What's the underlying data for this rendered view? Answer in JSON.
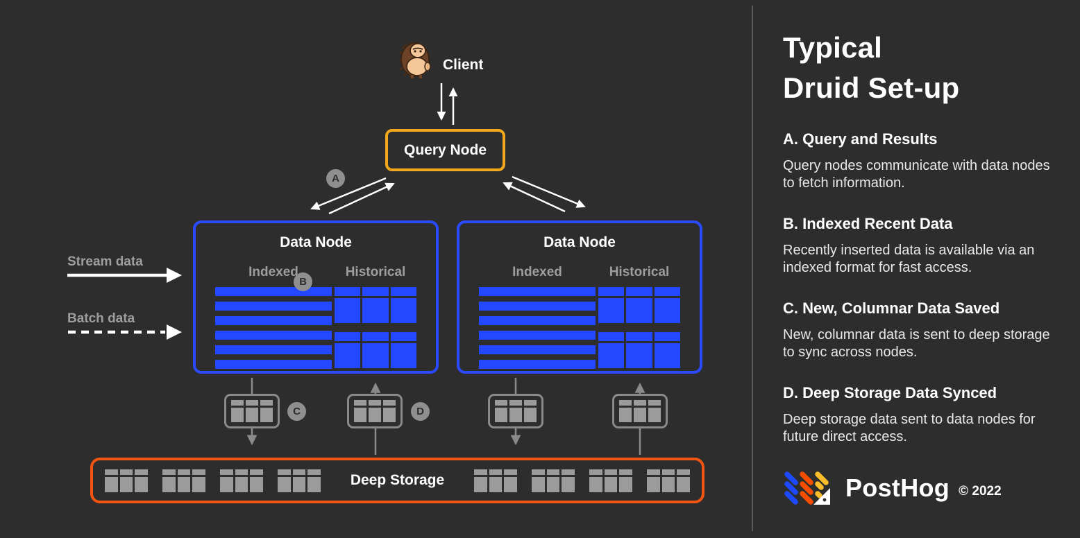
{
  "canvas": {
    "background": "#2D2D2D",
    "divider_color": "#5A5A5A"
  },
  "palette": {
    "blue": "#2448FF",
    "yellow": "#F2A81D",
    "orange": "#F25411",
    "table_gray": "#9B9B9B",
    "label_gray": "#9E9E9E",
    "badge_gray": "#8F8F8F",
    "arrow_white": "#FFFFFF",
    "arrow_gray": "#8A8A8A"
  },
  "diagram": {
    "client_label": "Client",
    "query_node_label": "Query Node",
    "data_node_title": "Data Node",
    "indexed_label": "Indexed",
    "historical_label": "Historical",
    "deep_storage_label": "Deep Storage",
    "stream_label": "Stream data",
    "batch_label": "Batch data",
    "badges": {
      "a": "A",
      "b": "B",
      "c": "C",
      "d": "D"
    }
  },
  "panel": {
    "title_line1": "Typical",
    "title_line2": "Druid Set-up",
    "sections": [
      {
        "heading": "A. Query and Results",
        "body": "Query nodes communicate with data nodes to fetch information."
      },
      {
        "heading": "B. Indexed Recent Data",
        "body": "Recently inserted data is available via an indexed format for fast access."
      },
      {
        "heading": "C. New, Columnar Data Saved",
        "body": "New, columnar data is sent to deep storage to sync across nodes."
      },
      {
        "heading": "D. Deep Storage Data Synced",
        "body": "Deep storage data sent to data nodes for future direct access."
      }
    ],
    "footer": {
      "brand": "PostHog",
      "copyright": "© 2022"
    }
  }
}
